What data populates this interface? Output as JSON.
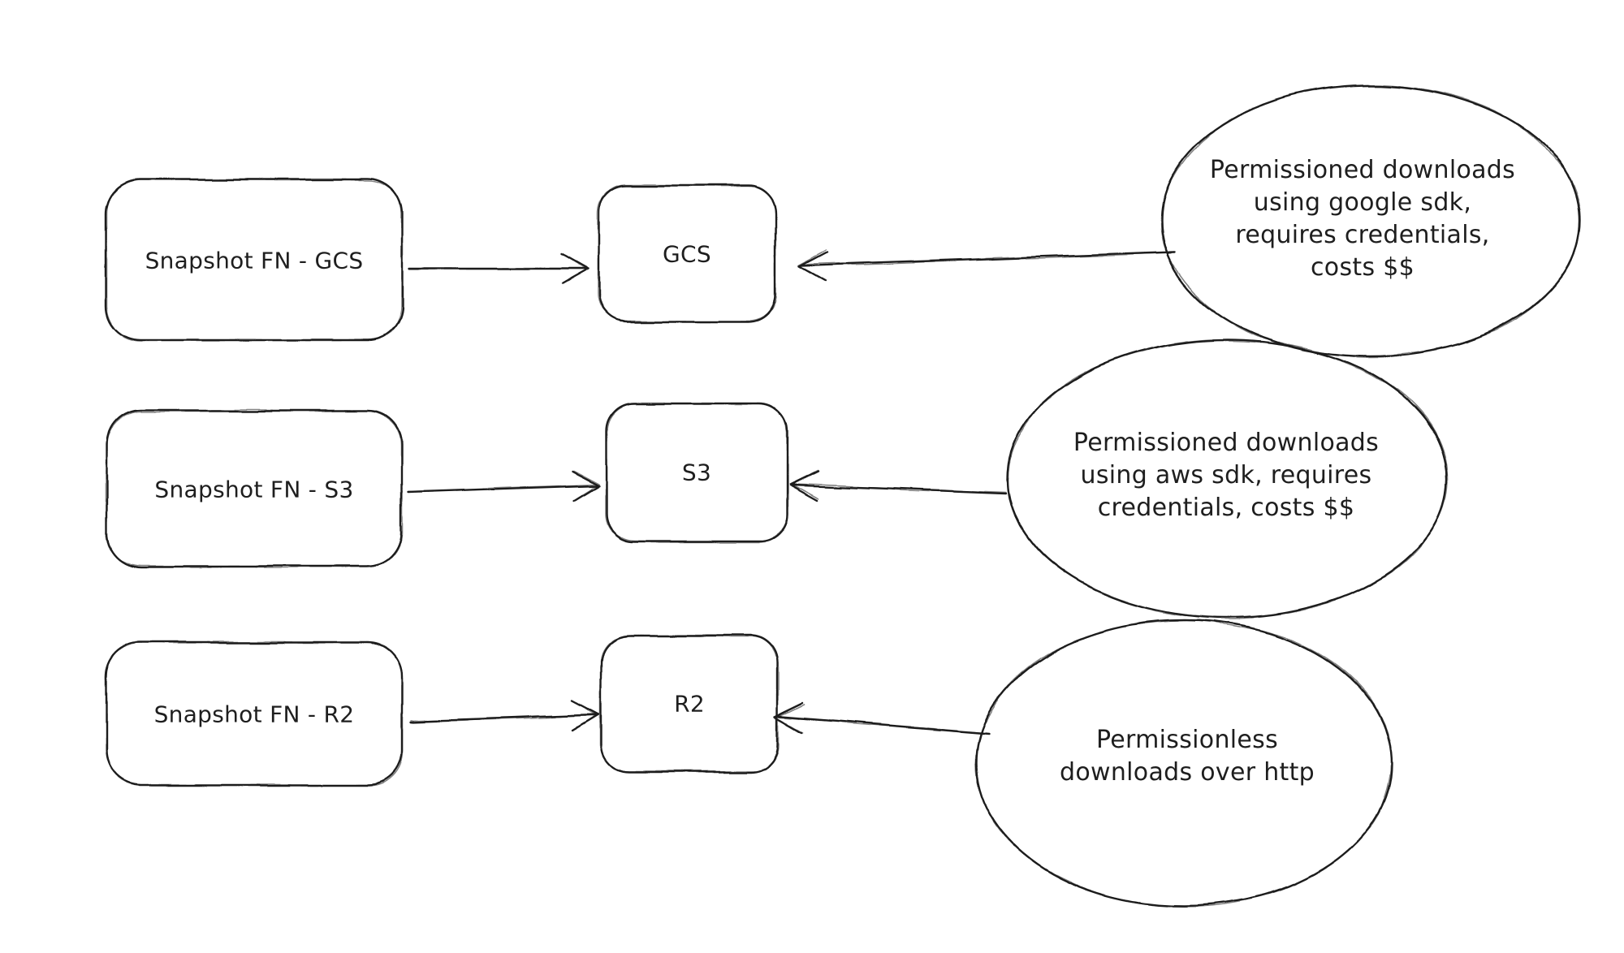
{
  "canvas": {
    "background": "#ffffff",
    "stroke_color": "#1e1e1e"
  },
  "nodes": {
    "snapshot_gcs": {
      "label": "Snapshot FN - GCS"
    },
    "snapshot_s3": {
      "label": "Snapshot FN - S3"
    },
    "snapshot_r2": {
      "label": "Snapshot FN - R2"
    },
    "gcs": {
      "label": "GCS"
    },
    "s3": {
      "label": "S3"
    },
    "r2": {
      "label": "R2"
    }
  },
  "notes": {
    "gcs": {
      "lines": [
        "Permissioned downloads",
        "using google sdk,",
        "requires credentials,",
        "costs $$"
      ]
    },
    "s3": {
      "lines": [
        "Permissioned downloads",
        "using aws sdk, requires",
        "credentials, costs $$"
      ]
    },
    "r2": {
      "lines": [
        "Permissionless",
        "downloads over http"
      ]
    }
  },
  "edges": [
    {
      "from": "snapshot_gcs",
      "to": "gcs",
      "direction": "right"
    },
    {
      "from": "note_gcs",
      "to": "gcs",
      "direction": "left"
    },
    {
      "from": "snapshot_s3",
      "to": "s3",
      "direction": "right"
    },
    {
      "from": "note_s3",
      "to": "s3",
      "direction": "left"
    },
    {
      "from": "snapshot_r2",
      "to": "r2",
      "direction": "right"
    },
    {
      "from": "note_r2",
      "to": "r2",
      "direction": "left"
    }
  ]
}
